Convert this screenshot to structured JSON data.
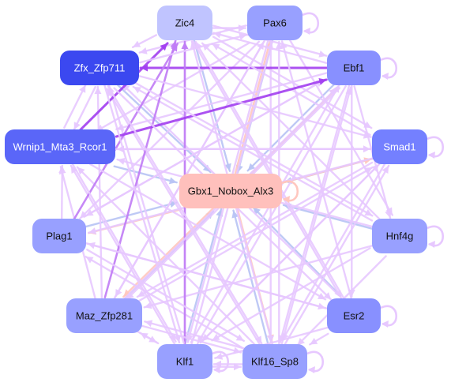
{
  "diagram": {
    "colors": {
      "node_light": "#c0c4ff",
      "node_mid": "#98a0ff",
      "node_strong": "#6270ff",
      "node_deep": "#3b48f0",
      "center": "#ffc0bc",
      "edge_lilac": "#e7c8ff",
      "edge_violet": "#c07cf6",
      "edge_purple": "#a23ff0",
      "edge_blue": "#b8c4f4",
      "edge_peach": "#ffc7bf"
    },
    "nodes": [
      {
        "id": "zic4",
        "label": "Zic4",
        "fill": "#c0c4ff",
        "text": "#111111"
      },
      {
        "id": "pax6",
        "label": "Pax6",
        "fill": "#98a0ff",
        "text": "#111111"
      },
      {
        "id": "zfx",
        "label": "Zfx_Zfp711",
        "fill": "#3b48f0",
        "text": "#ffffff"
      },
      {
        "id": "ebf1",
        "label": "Ebf1",
        "fill": "#8890ff",
        "text": "#111111"
      },
      {
        "id": "wrnip1",
        "label": "Wrnip1_Mta3_Rcor1",
        "fill": "#5a66f8",
        "text": "#ffffff"
      },
      {
        "id": "smad1",
        "label": "Smad1",
        "fill": "#7480ff",
        "text": "#ffffff"
      },
      {
        "id": "gbx1",
        "label": "Gbx1_Nobox_Alx3",
        "fill": "#ffc0bc",
        "text": "#111111"
      },
      {
        "id": "plag1",
        "label": "Plag1",
        "fill": "#98a0ff",
        "text": "#111111"
      },
      {
        "id": "hnf4g",
        "label": "Hnf4g",
        "fill": "#98a0ff",
        "text": "#111111"
      },
      {
        "id": "maz",
        "label": "Maz_Zfp281",
        "fill": "#98a0ff",
        "text": "#111111"
      },
      {
        "id": "esr2",
        "label": "Esr2",
        "fill": "#8890ff",
        "text": "#111111"
      },
      {
        "id": "klf1",
        "label": "Klf1",
        "fill": "#98a0ff",
        "text": "#111111"
      },
      {
        "id": "klf16",
        "label": "Klf16_Sp8",
        "fill": "#98a0ff",
        "text": "#111111"
      }
    ],
    "edges": [
      {
        "from": "zic4",
        "to": "gbx1",
        "color": "edge_blue"
      },
      {
        "from": "pax6",
        "to": "gbx1",
        "color": "edge_blue"
      },
      {
        "from": "zfx",
        "to": "gbx1",
        "color": "edge_blue"
      },
      {
        "from": "ebf1",
        "to": "gbx1",
        "color": "edge_blue"
      },
      {
        "from": "wrnip1",
        "to": "gbx1",
        "color": "edge_blue"
      },
      {
        "from": "smad1",
        "to": "gbx1",
        "color": "edge_blue"
      },
      {
        "from": "plag1",
        "to": "gbx1",
        "color": "edge_blue"
      },
      {
        "from": "hnf4g",
        "to": "gbx1",
        "color": "edge_blue"
      },
      {
        "from": "maz",
        "to": "gbx1",
        "color": "edge_blue"
      },
      {
        "from": "esr2",
        "to": "gbx1",
        "color": "edge_blue"
      },
      {
        "from": "klf1",
        "to": "gbx1",
        "color": "edge_blue"
      },
      {
        "from": "klf16",
        "to": "gbx1",
        "color": "edge_blue"
      },
      {
        "from": "gbx1",
        "to": "pax6",
        "color": "edge_peach"
      },
      {
        "from": "gbx1",
        "to": "ebf1",
        "color": "edge_peach"
      },
      {
        "from": "gbx1",
        "to": "smad1",
        "color": "edge_peach"
      },
      {
        "from": "gbx1",
        "to": "plag1",
        "color": "edge_peach"
      },
      {
        "from": "gbx1",
        "to": "klf16",
        "color": "edge_peach"
      },
      {
        "from": "gbx1",
        "to": "maz",
        "color": "edge_peach"
      },
      {
        "from": "zic4",
        "to": "zfx",
        "color": "edge_lilac"
      },
      {
        "from": "zic4",
        "to": "pax6",
        "color": "edge_lilac"
      },
      {
        "from": "zic4",
        "to": "ebf1",
        "color": "edge_lilac"
      },
      {
        "from": "zic4",
        "to": "smad1",
        "color": "edge_lilac"
      },
      {
        "from": "zic4",
        "to": "klf1",
        "color": "edge_lilac"
      },
      {
        "from": "zic4",
        "to": "esr2",
        "color": "edge_lilac"
      },
      {
        "from": "pax6",
        "to": "zfx",
        "color": "edge_lilac"
      },
      {
        "from": "pax6",
        "to": "wrnip1",
        "color": "edge_lilac"
      },
      {
        "from": "pax6",
        "to": "plag1",
        "color": "edge_lilac"
      },
      {
        "from": "pax6",
        "to": "maz",
        "color": "edge_lilac"
      },
      {
        "from": "pax6",
        "to": "klf1",
        "color": "edge_lilac"
      },
      {
        "from": "pax6",
        "to": "klf16",
        "color": "edge_lilac"
      },
      {
        "from": "pax6",
        "to": "hnf4g",
        "color": "edge_lilac"
      },
      {
        "from": "ebf1",
        "to": "zic4",
        "color": "edge_lilac"
      },
      {
        "from": "ebf1",
        "to": "zfx",
        "color": "edge_purple"
      },
      {
        "from": "ebf1",
        "to": "wrnip1",
        "color": "edge_lilac"
      },
      {
        "from": "ebf1",
        "to": "plag1",
        "color": "edge_lilac"
      },
      {
        "from": "ebf1",
        "to": "maz",
        "color": "edge_lilac"
      },
      {
        "from": "ebf1",
        "to": "klf1",
        "color": "edge_lilac"
      },
      {
        "from": "ebf1",
        "to": "klf16",
        "color": "edge_lilac"
      },
      {
        "from": "ebf1",
        "to": "esr2",
        "color": "edge_lilac"
      },
      {
        "from": "ebf1",
        "to": "hnf4g",
        "color": "edge_lilac"
      },
      {
        "from": "smad1",
        "to": "zic4",
        "color": "edge_lilac"
      },
      {
        "from": "smad1",
        "to": "wrnip1",
        "color": "edge_lilac"
      },
      {
        "from": "smad1",
        "to": "maz",
        "color": "edge_lilac"
      },
      {
        "from": "smad1",
        "to": "klf1",
        "color": "edge_lilac"
      },
      {
        "from": "smad1",
        "to": "klf16",
        "color": "edge_lilac"
      },
      {
        "from": "smad1",
        "to": "plag1",
        "color": "edge_lilac"
      },
      {
        "from": "hnf4g",
        "to": "zic4",
        "color": "edge_lilac"
      },
      {
        "from": "hnf4g",
        "to": "zfx",
        "color": "edge_lilac"
      },
      {
        "from": "hnf4g",
        "to": "wrnip1",
        "color": "edge_lilac"
      },
      {
        "from": "hnf4g",
        "to": "klf1",
        "color": "edge_lilac"
      },
      {
        "from": "hnf4g",
        "to": "klf16",
        "color": "edge_lilac"
      },
      {
        "from": "hnf4g",
        "to": "maz",
        "color": "edge_lilac"
      },
      {
        "from": "esr2",
        "to": "zic4",
        "color": "edge_lilac"
      },
      {
        "from": "esr2",
        "to": "pax6",
        "color": "edge_lilac"
      },
      {
        "from": "esr2",
        "to": "zfx",
        "color": "edge_lilac"
      },
      {
        "from": "esr2",
        "to": "klf1",
        "color": "edge_lilac"
      },
      {
        "from": "esr2",
        "to": "klf16",
        "color": "edge_lilac"
      },
      {
        "from": "esr2",
        "to": "plag1",
        "color": "edge_lilac"
      },
      {
        "from": "klf16",
        "to": "zic4",
        "color": "edge_lilac"
      },
      {
        "from": "klf16",
        "to": "pax6",
        "color": "edge_lilac"
      },
      {
        "from": "klf16",
        "to": "zfx",
        "color": "edge_lilac"
      },
      {
        "from": "klf16",
        "to": "wrnip1",
        "color": "edge_lilac"
      },
      {
        "from": "klf16",
        "to": "smad1",
        "color": "edge_lilac"
      },
      {
        "from": "klf16",
        "to": "ebf1",
        "color": "edge_lilac"
      },
      {
        "from": "klf16",
        "to": "maz",
        "color": "edge_lilac"
      },
      {
        "from": "klf16",
        "to": "plag1",
        "color": "edge_lilac"
      },
      {
        "from": "klf16",
        "to": "klf1",
        "color": "edge_lilac"
      },
      {
        "from": "klf1",
        "to": "zic4",
        "color": "edge_violet"
      },
      {
        "from": "klf1",
        "to": "pax6",
        "color": "edge_lilac"
      },
      {
        "from": "klf1",
        "to": "zfx",
        "color": "edge_lilac"
      },
      {
        "from": "klf1",
        "to": "ebf1",
        "color": "edge_lilac"
      },
      {
        "from": "klf1",
        "to": "smad1",
        "color": "edge_lilac"
      },
      {
        "from": "klf1",
        "to": "wrnip1",
        "color": "edge_lilac"
      },
      {
        "from": "klf1",
        "to": "maz",
        "color": "edge_lilac"
      },
      {
        "from": "klf1",
        "to": "klf16",
        "color": "edge_lilac"
      },
      {
        "from": "maz",
        "to": "zic4",
        "color": "edge_violet"
      },
      {
        "from": "maz",
        "to": "zfx",
        "color": "edge_lilac"
      },
      {
        "from": "maz",
        "to": "pax6",
        "color": "edge_lilac"
      },
      {
        "from": "maz",
        "to": "ebf1",
        "color": "edge_lilac"
      },
      {
        "from": "maz",
        "to": "smad1",
        "color": "edge_lilac"
      },
      {
        "from": "maz",
        "to": "wrnip1",
        "color": "edge_lilac"
      },
      {
        "from": "maz",
        "to": "klf1",
        "color": "edge_lilac"
      },
      {
        "from": "maz",
        "to": "klf16",
        "color": "edge_lilac"
      },
      {
        "from": "plag1",
        "to": "wrnip1",
        "color": "edge_lilac"
      },
      {
        "from": "plag1",
        "to": "zic4",
        "color": "edge_violet"
      },
      {
        "from": "plag1",
        "to": "ebf1",
        "color": "edge_lilac"
      },
      {
        "from": "plag1",
        "to": "klf16",
        "color": "edge_lilac"
      },
      {
        "from": "plag1",
        "to": "esr2",
        "color": "edge_lilac"
      },
      {
        "from": "wrnip1",
        "to": "zic4",
        "color": "edge_purple"
      },
      {
        "from": "wrnip1",
        "to": "ebf1",
        "color": "edge_purple"
      },
      {
        "from": "wrnip1",
        "to": "zfx",
        "color": "edge_lilac"
      },
      {
        "from": "wrnip1",
        "to": "klf1",
        "color": "edge_lilac"
      },
      {
        "from": "wrnip1",
        "to": "esr2",
        "color": "edge_lilac"
      },
      {
        "from": "wrnip1",
        "to": "smad1",
        "color": "edge_lilac"
      },
      {
        "from": "zfx",
        "to": "pax6",
        "color": "edge_lilac"
      },
      {
        "from": "zfx",
        "to": "wrnip1",
        "color": "edge_lilac"
      },
      {
        "from": "zfx",
        "to": "smad1",
        "color": "edge_lilac"
      },
      {
        "from": "zfx",
        "to": "klf1",
        "color": "edge_lilac"
      },
      {
        "from": "zfx",
        "to": "klf16",
        "color": "edge_lilac"
      },
      {
        "from": "zfx",
        "to": "esr2",
        "color": "edge_lilac"
      },
      {
        "from": "zfx",
        "to": "hnf4g",
        "color": "edge_lilac"
      }
    ],
    "self_loops": [
      "pax6",
      "ebf1",
      "smad1",
      "hnf4g",
      "esr2",
      "klf16",
      "klf1",
      "gbx1"
    ]
  }
}
